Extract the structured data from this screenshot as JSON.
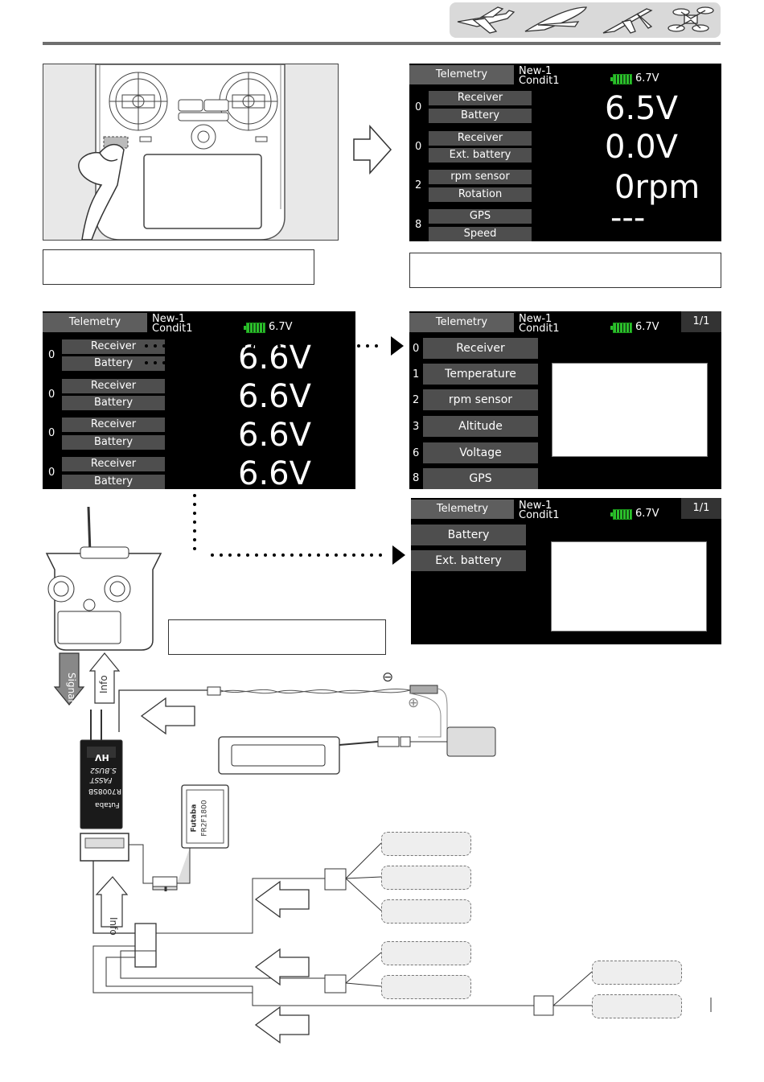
{
  "header": {
    "icons": [
      "airplane-icon",
      "glider-icon",
      "sailplane-icon",
      "multicopter-icon"
    ]
  },
  "screen1": {
    "tab": "Telemetry",
    "model_name": "New-1",
    "condition": "Condit1",
    "tx_voltage": "6.7V",
    "rows": [
      {
        "index": "0",
        "sensor": "Receiver",
        "item": "Battery",
        "value": "6.5V"
      },
      {
        "index": "0",
        "sensor": "Receiver",
        "item": "Ext. battery",
        "value": "0.0V"
      },
      {
        "index": "2",
        "sensor": "rpm sensor",
        "item": "Rotation",
        "value": "0rpm"
      },
      {
        "index": "8",
        "sensor": "GPS",
        "item": "Speed",
        "value": "---"
      }
    ]
  },
  "screen2": {
    "tab": "Telemetry",
    "model_name": "New-1",
    "condition": "Condit1",
    "tx_voltage": "6.7V",
    "rows": [
      {
        "index": "0",
        "sensor": "Receiver",
        "item": "Battery",
        "value": "6.6V"
      },
      {
        "index": "0",
        "sensor": "Receiver",
        "item": "Battery",
        "value": "6.6V"
      },
      {
        "index": "0",
        "sensor": "Receiver",
        "item": "Battery",
        "value": "6.6V"
      },
      {
        "index": "0",
        "sensor": "Receiver",
        "item": "Battery",
        "value": "6.6V"
      }
    ]
  },
  "screen3": {
    "tab": "Telemetry",
    "model_name": "New-1",
    "condition": "Condit1",
    "tx_voltage": "6.7V",
    "page": "1/1",
    "sensors": [
      {
        "index": "0",
        "name": "Receiver"
      },
      {
        "index": "1",
        "name": "Temperature"
      },
      {
        "index": "2",
        "name": "rpm sensor"
      },
      {
        "index": "3",
        "name": "Altitude"
      },
      {
        "index": "6",
        "name": "Voltage"
      },
      {
        "index": "8",
        "name": "GPS"
      }
    ]
  },
  "screen4": {
    "tab": "Telemetry",
    "model_name": "New-1",
    "condition": "Condit1",
    "tx_voltage": "6.7V",
    "page": "1/1",
    "items": [
      "Battery",
      "Ext. battery"
    ]
  },
  "diagram": {
    "signal_label": "Signal",
    "info_label_top": "Info",
    "info_label_bottom": "Info",
    "minus_symbol": "⊖",
    "plus_symbol": "⊕",
    "receiver_model": "R7008SB",
    "receiver_brand": "Futaba",
    "receiver_series": "S.BUS2",
    "receiver_sub": "FASST",
    "receiver_hv": "HV",
    "sensor_model": "FR2F1800",
    "sensor_brand": "Futaba"
  },
  "colors": {
    "lcd_bg": "#000000",
    "label_bg": "#4e4e4e",
    "battery_green": "#2bbf2b"
  }
}
